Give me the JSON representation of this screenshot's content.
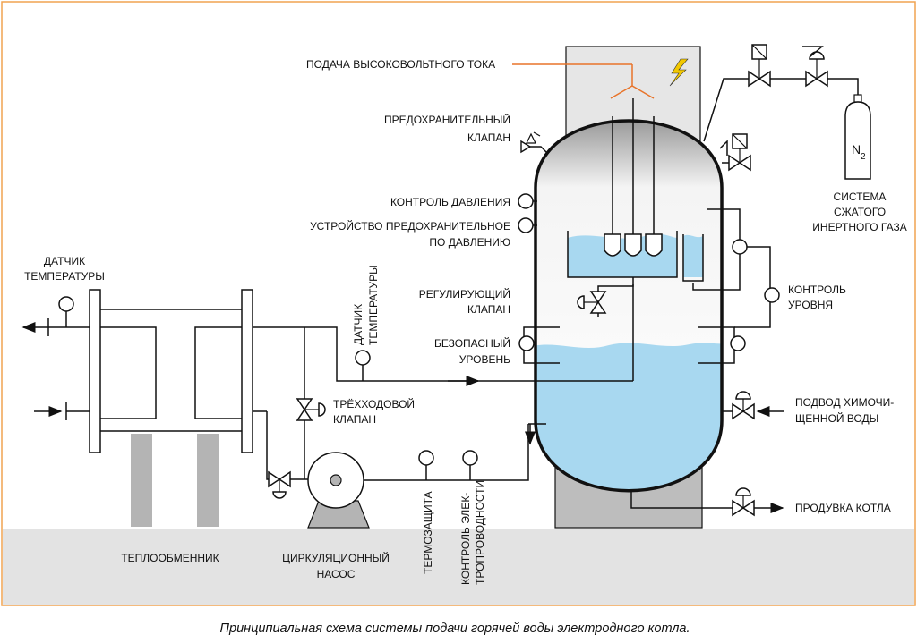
{
  "labels": {
    "hv_supply": "ПОДАЧА ВЫСОКОВОЛЬТНОГО ТОКА",
    "safety_valve_1": "ПРЕДОХРАНИТЕЛЬНЫЙ",
    "safety_valve_2": "КЛАПАН",
    "pressure_control": "КОНТРОЛЬ ДАВЛЕНИЯ",
    "pressure_relief_1": "УСТРОЙСТВО ПРЕДОХРАНИТЕЛЬНОЕ",
    "pressure_relief_2": "ПО ДАВЛЕНИЮ",
    "temp_sensor_left_1": "ДАТЧИК",
    "temp_sensor_left_2": "ТЕМПЕРАТУРЫ",
    "temp_sensor_mid_1": "ДАТЧИК",
    "temp_sensor_mid_2": "ТЕМПЕРАТУРЫ",
    "control_valve_1": "РЕГУЛИРУЮЩИЙ",
    "control_valve_2": "КЛАПАН",
    "safe_level_1": "БЕЗОПАСНЫЙ",
    "safe_level_2": "УРОВЕНЬ",
    "threeway_valve_1": "ТРЁХХОДОВОЙ",
    "threeway_valve_2": "КЛАПАН",
    "level_control_1": "КОНТРОЛЬ",
    "level_control_2": "УРОВНЯ",
    "gas_system_1": "СИСТЕМА",
    "gas_system_2": "СЖАТОГО",
    "gas_system_3": "ИНЕРТНОГО ГАЗА",
    "n2": "N",
    "n2_sub": "2",
    "chem_water_1": "ПОДВОД ХИМОЧИ-",
    "chem_water_2": "ЩЕННОЙ ВОДЫ",
    "blowdown": "ПРОДУВКА КОТЛА",
    "heat_exchanger": "ТЕПЛООБМЕННИК",
    "pump_1": "ЦИРКУЛЯЦИОННЫЙ",
    "pump_2": "НАСОС",
    "thermal_protection": "ТЕРМОЗАЩИТА",
    "conductivity_1": "КОНТРОЛЬ ЭЛЕК-",
    "conductivity_2": "ТРОПРОВОДНОСТИ"
  },
  "caption": "Принципиальная схема системы подачи горячей воды электродного котла.",
  "colors": {
    "frame": "#f0a350",
    "water": "#a8d8f0",
    "water_dark": "#7ec3e6",
    "floor": "#e3e3e3",
    "support": "#b4b4b4",
    "hv_line": "#e8742a",
    "lightning": "#f2c800"
  }
}
